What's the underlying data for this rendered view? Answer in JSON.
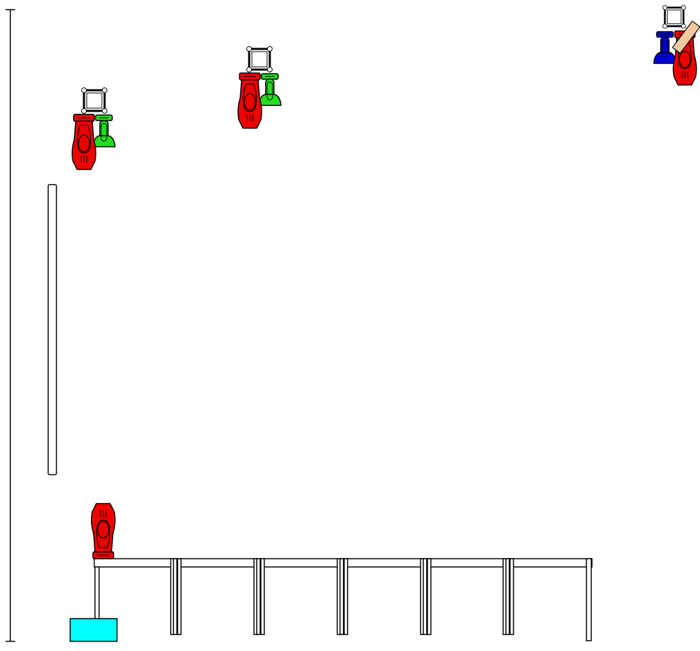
{
  "scene": {
    "background": "#ffffff",
    "outline_color": "#000000",
    "robots": [
      {
        "id": "robot-1",
        "color": "#ee0000",
        "gripper": "clamp",
        "carries": "none"
      },
      {
        "id": "robot-1-helper",
        "color": "#22dd22",
        "role": "helper"
      },
      {
        "id": "robot-2",
        "color": "#ee0000",
        "gripper": "clamp",
        "carries": "none"
      },
      {
        "id": "robot-2-helper",
        "color": "#22dd22",
        "role": "helper"
      },
      {
        "id": "robot-3",
        "color": "#ee0000",
        "gripper": "clamp",
        "carries": "plank"
      },
      {
        "id": "robot-3-helper",
        "color": "#0000dd",
        "role": "helper"
      },
      {
        "id": "ground-robot",
        "color": "#ee0000",
        "stance": "upright"
      }
    ],
    "plank_color": "#f4c8a0",
    "base_block_color": "#00ffff",
    "wall_panel_color": "#ffffff",
    "table_leg_pairs": 6
  }
}
